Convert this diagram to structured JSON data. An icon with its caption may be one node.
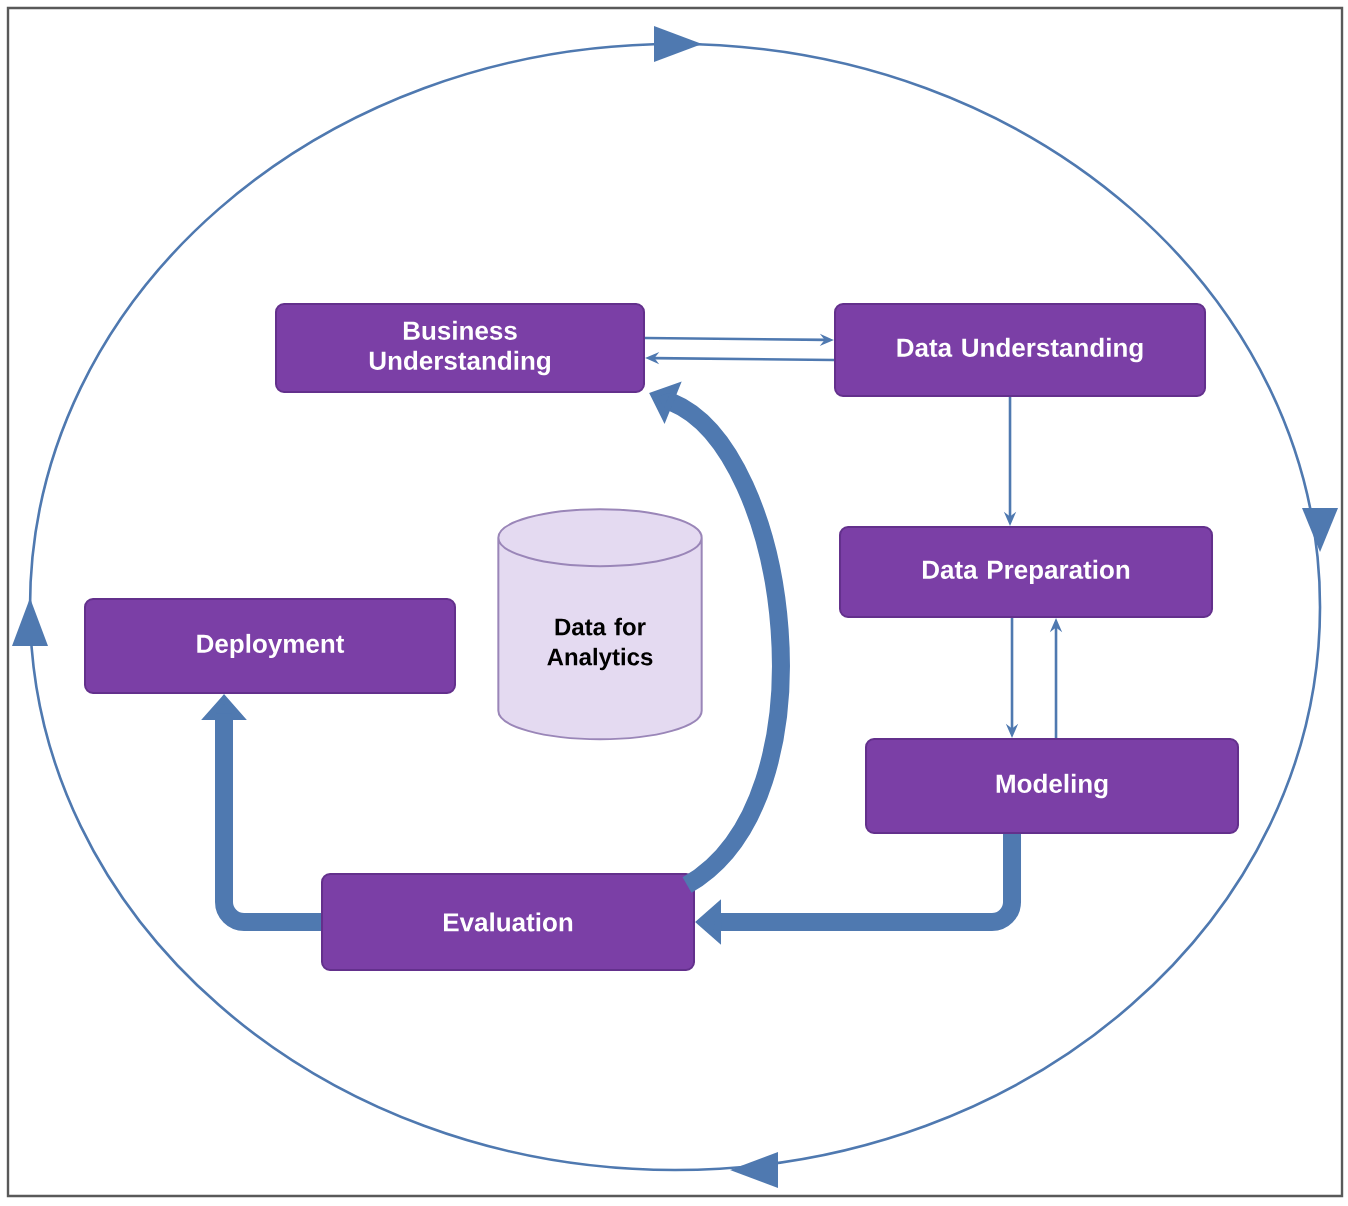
{
  "diagram": {
    "nodes": [
      {
        "text": [
          "Business Understanding"
        ]
      },
      {
        "text": [
          "Data Understanding"
        ]
      },
      {
        "text": [
          "Data Preparation"
        ]
      },
      {
        "text": [
          "Deployment"
        ]
      },
      {
        "text": [
          "Data for Analytics"
        ]
      },
      {
        "text": [
          "Modeling"
        ]
      },
      {
        "text": [
          "Evaluation"
        ]
      }
    ],
    "edges": [
      {
        "from": 0,
        "to": 1,
        "arrow": "to"
      },
      {
        "from": 1,
        "to": 0,
        "arrow": "to"
      },
      {
        "from": 1,
        "to": 2,
        "arrow": "to"
      },
      {
        "from": 2,
        "to": 5,
        "arrow": "to"
      },
      {
        "from": 5,
        "to": 2,
        "arrow": "to"
      },
      {
        "from": 5,
        "to": 6,
        "arrow": "to",
        "style": "thick"
      },
      {
        "from": 6,
        "to": 0,
        "arrow": "to",
        "style": "thick"
      },
      {
        "from": 6,
        "to": 3,
        "arrow": "to",
        "style": "thick"
      }
    ]
  }
}
